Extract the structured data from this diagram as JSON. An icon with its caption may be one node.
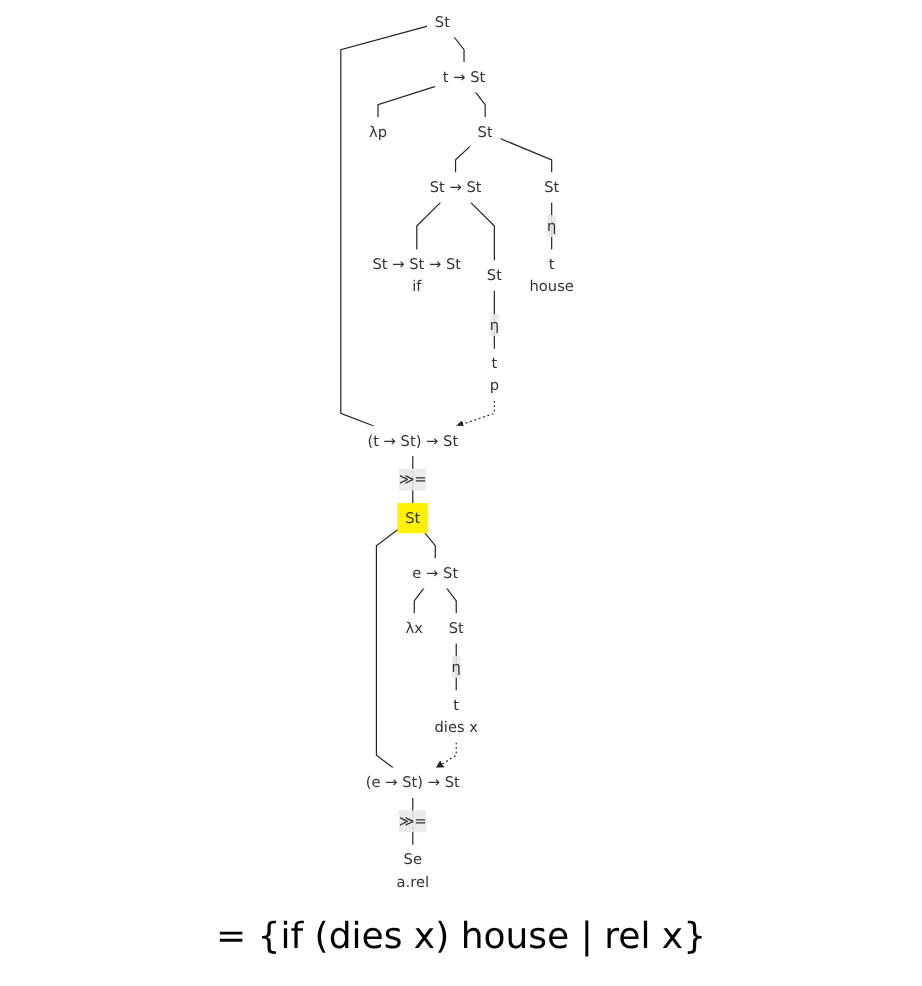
{
  "diagram": {
    "caption": "= {if (dies x) house | rel x}",
    "nodes": [
      {
        "text": [
          "St"
        ]
      },
      {
        "text": [
          "(t → St) → St"
        ]
      },
      {
        "text": [
          "t → St"
        ]
      },
      {
        "text": [
          "St"
        ]
      },
      {
        "text": [
          "λp"
        ]
      },
      {
        "text": [
          "St"
        ]
      },
      {
        "text": [
          "(e → St) → St"
        ]
      },
      {
        "text": [
          "e → St"
        ]
      },
      {
        "text": [
          "St → St"
        ]
      },
      {
        "text": [
          "St"
        ]
      },
      {
        "text": [
          "Se",
          "a.rel"
        ]
      },
      {
        "text": [
          "λx"
        ]
      },
      {
        "text": [
          "St"
        ]
      },
      {
        "text": [
          "St → St → St",
          "if"
        ]
      },
      {
        "text": [
          "St"
        ]
      },
      {
        "text": [
          "t",
          "house"
        ]
      },
      {
        "text": [
          "t",
          "dies x"
        ]
      },
      {
        "text": [
          "t",
          "p"
        ]
      }
    ],
    "edges": [
      {
        "from": 0,
        "to": 1,
        "arrow": "none"
      },
      {
        "from": 0,
        "to": 2,
        "arrow": "none"
      },
      {
        "from": 1,
        "to": 3,
        "arrow": "none",
        "label": "≫="
      },
      {
        "from": 2,
        "to": 4,
        "arrow": "none"
      },
      {
        "from": 2,
        "to": 5,
        "arrow": "none"
      },
      {
        "from": 3,
        "to": 6,
        "arrow": "none"
      },
      {
        "from": 3,
        "to": 7,
        "arrow": "none"
      },
      {
        "from": 5,
        "to": 8,
        "arrow": "none"
      },
      {
        "from": 5,
        "to": 9,
        "arrow": "none"
      },
      {
        "from": 6,
        "to": 10,
        "arrow": "none",
        "label": "≫="
      },
      {
        "from": 7,
        "to": 11,
        "arrow": "none"
      },
      {
        "from": 7,
        "to": 12,
        "arrow": "none"
      },
      {
        "from": 8,
        "to": 13,
        "arrow": "none"
      },
      {
        "from": 8,
        "to": 14,
        "arrow": "none"
      },
      {
        "from": 9,
        "to": 15,
        "arrow": "none",
        "label": "η"
      },
      {
        "from": 12,
        "to": 16,
        "arrow": "none",
        "label": "η"
      },
      {
        "from": 14,
        "to": 17,
        "arrow": "none",
        "label": "η"
      },
      {
        "from": 16,
        "to": 6,
        "arrow": "to",
        "style": "dashed"
      },
      {
        "from": 17,
        "to": 1,
        "arrow": "to",
        "style": "dashed"
      }
    ]
  }
}
